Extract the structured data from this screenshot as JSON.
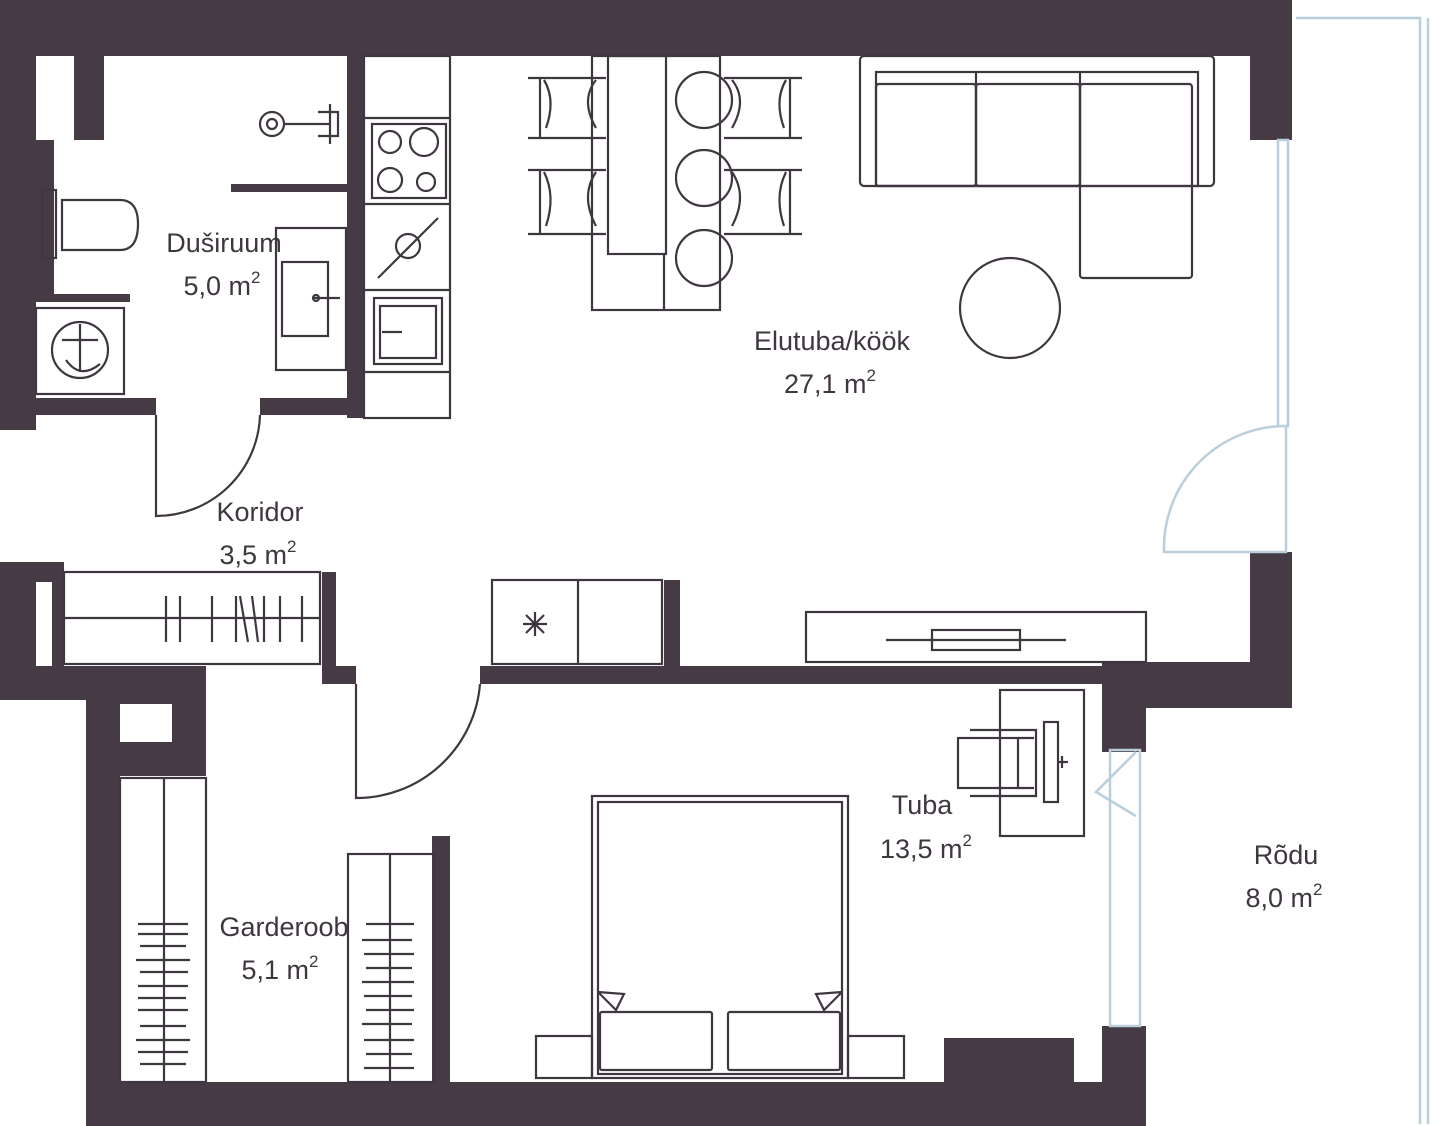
{
  "colors": {
    "wall": "#463b45",
    "line": "#3f3740",
    "glass": "#b9cfdc",
    "background": "#ffffff"
  },
  "rooms": [
    {
      "id": "dusiruum",
      "name": "Duširuum",
      "area_number": "5,0",
      "area_unit": "m",
      "area_exp": "2"
    },
    {
      "id": "elutuba",
      "name": "Elutuba/köök",
      "area_number": "27,1",
      "area_unit": "m",
      "area_exp": "2"
    },
    {
      "id": "koridor",
      "name": "Koridor",
      "area_number": "3,5",
      "area_unit": "m",
      "area_exp": "2"
    },
    {
      "id": "tuba",
      "name": "Tuba",
      "area_number": "13,5",
      "area_unit": "m",
      "area_exp": "2"
    },
    {
      "id": "garderoob",
      "name": "Garderoob",
      "area_number": "5,1",
      "area_unit": "m",
      "area_exp": "2"
    },
    {
      "id": "rodu",
      "name": "Rõdu",
      "area_number": "8,0",
      "area_unit": "m",
      "area_exp": "2"
    }
  ],
  "icons": {
    "fridge": "snowflake-icon",
    "stove": "cooktop-icon",
    "shower": "shower-icon",
    "toilet": "toilet-icon",
    "washer": "washing-machine-icon"
  }
}
